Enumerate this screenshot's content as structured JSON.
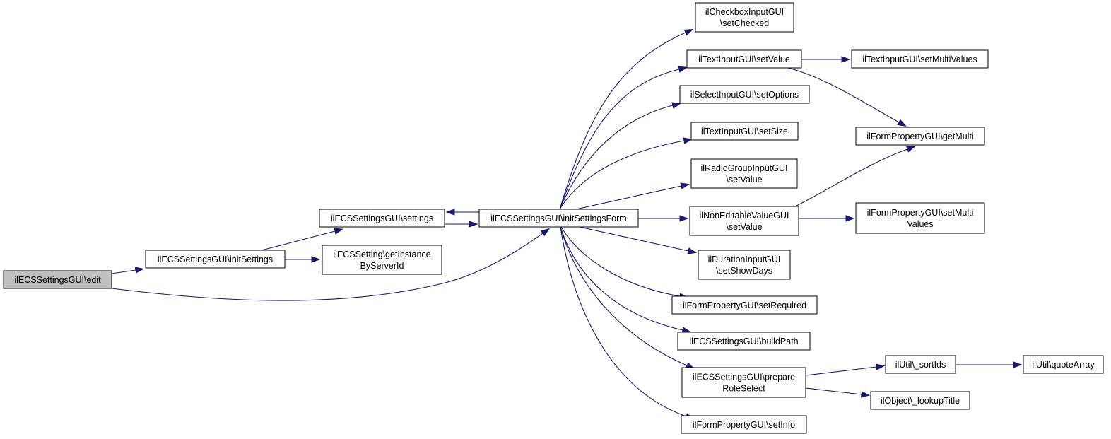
{
  "colors": {
    "edge": "#191970",
    "node_border": "#000000",
    "node_fill": "#ffffff",
    "root_fill": "#bfbfbf"
  },
  "nodes": [
    {
      "id": "edit",
      "lines": [
        "ilECSSettingsGUI\\edit"
      ],
      "root": true
    },
    {
      "id": "initSettings",
      "lines": [
        "ilECSSettingsGUI\\initSettings"
      ]
    },
    {
      "id": "settings",
      "lines": [
        "ilECSSettingsGUI\\settings"
      ]
    },
    {
      "id": "getInstance",
      "lines": [
        "ilECSSetting\\getInstance",
        "ByServerId"
      ]
    },
    {
      "id": "initSettingsForm",
      "lines": [
        "ilECSSettingsGUI\\initSettingsForm"
      ]
    },
    {
      "id": "cbSetChecked",
      "lines": [
        "ilCheckboxInputGUI",
        "\\setChecked"
      ]
    },
    {
      "id": "tiSetValue",
      "lines": [
        "ilTextInputGUI\\setValue"
      ]
    },
    {
      "id": "tiSetMultiValues",
      "lines": [
        "ilTextInputGUI\\setMultiValues"
      ]
    },
    {
      "id": "siSetOptions",
      "lines": [
        "ilSelectInputGUI\\setOptions"
      ]
    },
    {
      "id": "tiSetSize",
      "lines": [
        "ilTextInputGUI\\setSize"
      ]
    },
    {
      "id": "fpGetMulti",
      "lines": [
        "ilFormPropertyGUI\\getMulti"
      ]
    },
    {
      "id": "rgSetValue",
      "lines": [
        "ilRadioGroupInputGUI",
        "\\setValue"
      ]
    },
    {
      "id": "neSetValue",
      "lines": [
        "ilNonEditableValueGUI",
        "\\setValue"
      ]
    },
    {
      "id": "fpSetMultiValues",
      "lines": [
        "ilFormPropertyGUI\\setMulti",
        "Values"
      ]
    },
    {
      "id": "diSetShowDays",
      "lines": [
        "ilDurationInputGUI",
        "\\setShowDays"
      ]
    },
    {
      "id": "fpSetRequired",
      "lines": [
        "ilFormPropertyGUI\\setRequired"
      ]
    },
    {
      "id": "buildPath",
      "lines": [
        "ilECSSettingsGUI\\buildPath"
      ]
    },
    {
      "id": "prepareRoleSelect",
      "lines": [
        "ilECSSettingsGUI\\prepare",
        "RoleSelect"
      ]
    },
    {
      "id": "sortIds",
      "lines": [
        "ilUtil\\_sortIds"
      ]
    },
    {
      "id": "quoteArray",
      "lines": [
        "ilUtil\\quoteArray"
      ]
    },
    {
      "id": "lookupTitle",
      "lines": [
        "ilObject\\_lookupTitle"
      ]
    },
    {
      "id": "fpSetInfo",
      "lines": [
        "ilFormPropertyGUI\\setInfo"
      ]
    }
  ],
  "edges": [
    {
      "from": "edit",
      "to": "initSettings"
    },
    {
      "from": "edit",
      "to": "initSettingsForm"
    },
    {
      "from": "initSettings",
      "to": "settings"
    },
    {
      "from": "initSettings",
      "to": "getInstance"
    },
    {
      "from": "settings",
      "to": "initSettingsForm"
    },
    {
      "from": "initSettingsForm",
      "to": "settings"
    },
    {
      "from": "initSettingsForm",
      "to": "cbSetChecked"
    },
    {
      "from": "initSettingsForm",
      "to": "tiSetValue"
    },
    {
      "from": "initSettingsForm",
      "to": "siSetOptions"
    },
    {
      "from": "initSettingsForm",
      "to": "tiSetSize"
    },
    {
      "from": "initSettingsForm",
      "to": "rgSetValue"
    },
    {
      "from": "initSettingsForm",
      "to": "neSetValue"
    },
    {
      "from": "initSettingsForm",
      "to": "diSetShowDays"
    },
    {
      "from": "initSettingsForm",
      "to": "fpSetRequired"
    },
    {
      "from": "initSettingsForm",
      "to": "buildPath"
    },
    {
      "from": "initSettingsForm",
      "to": "prepareRoleSelect"
    },
    {
      "from": "initSettingsForm",
      "to": "fpSetInfo"
    },
    {
      "from": "tiSetValue",
      "to": "tiSetMultiValues"
    },
    {
      "from": "tiSetValue",
      "to": "fpGetMulti"
    },
    {
      "from": "neSetValue",
      "to": "fpGetMulti"
    },
    {
      "from": "neSetValue",
      "to": "fpSetMultiValues"
    },
    {
      "from": "prepareRoleSelect",
      "to": "sortIds"
    },
    {
      "from": "prepareRoleSelect",
      "to": "lookupTitle"
    },
    {
      "from": "sortIds",
      "to": "quoteArray"
    }
  ]
}
